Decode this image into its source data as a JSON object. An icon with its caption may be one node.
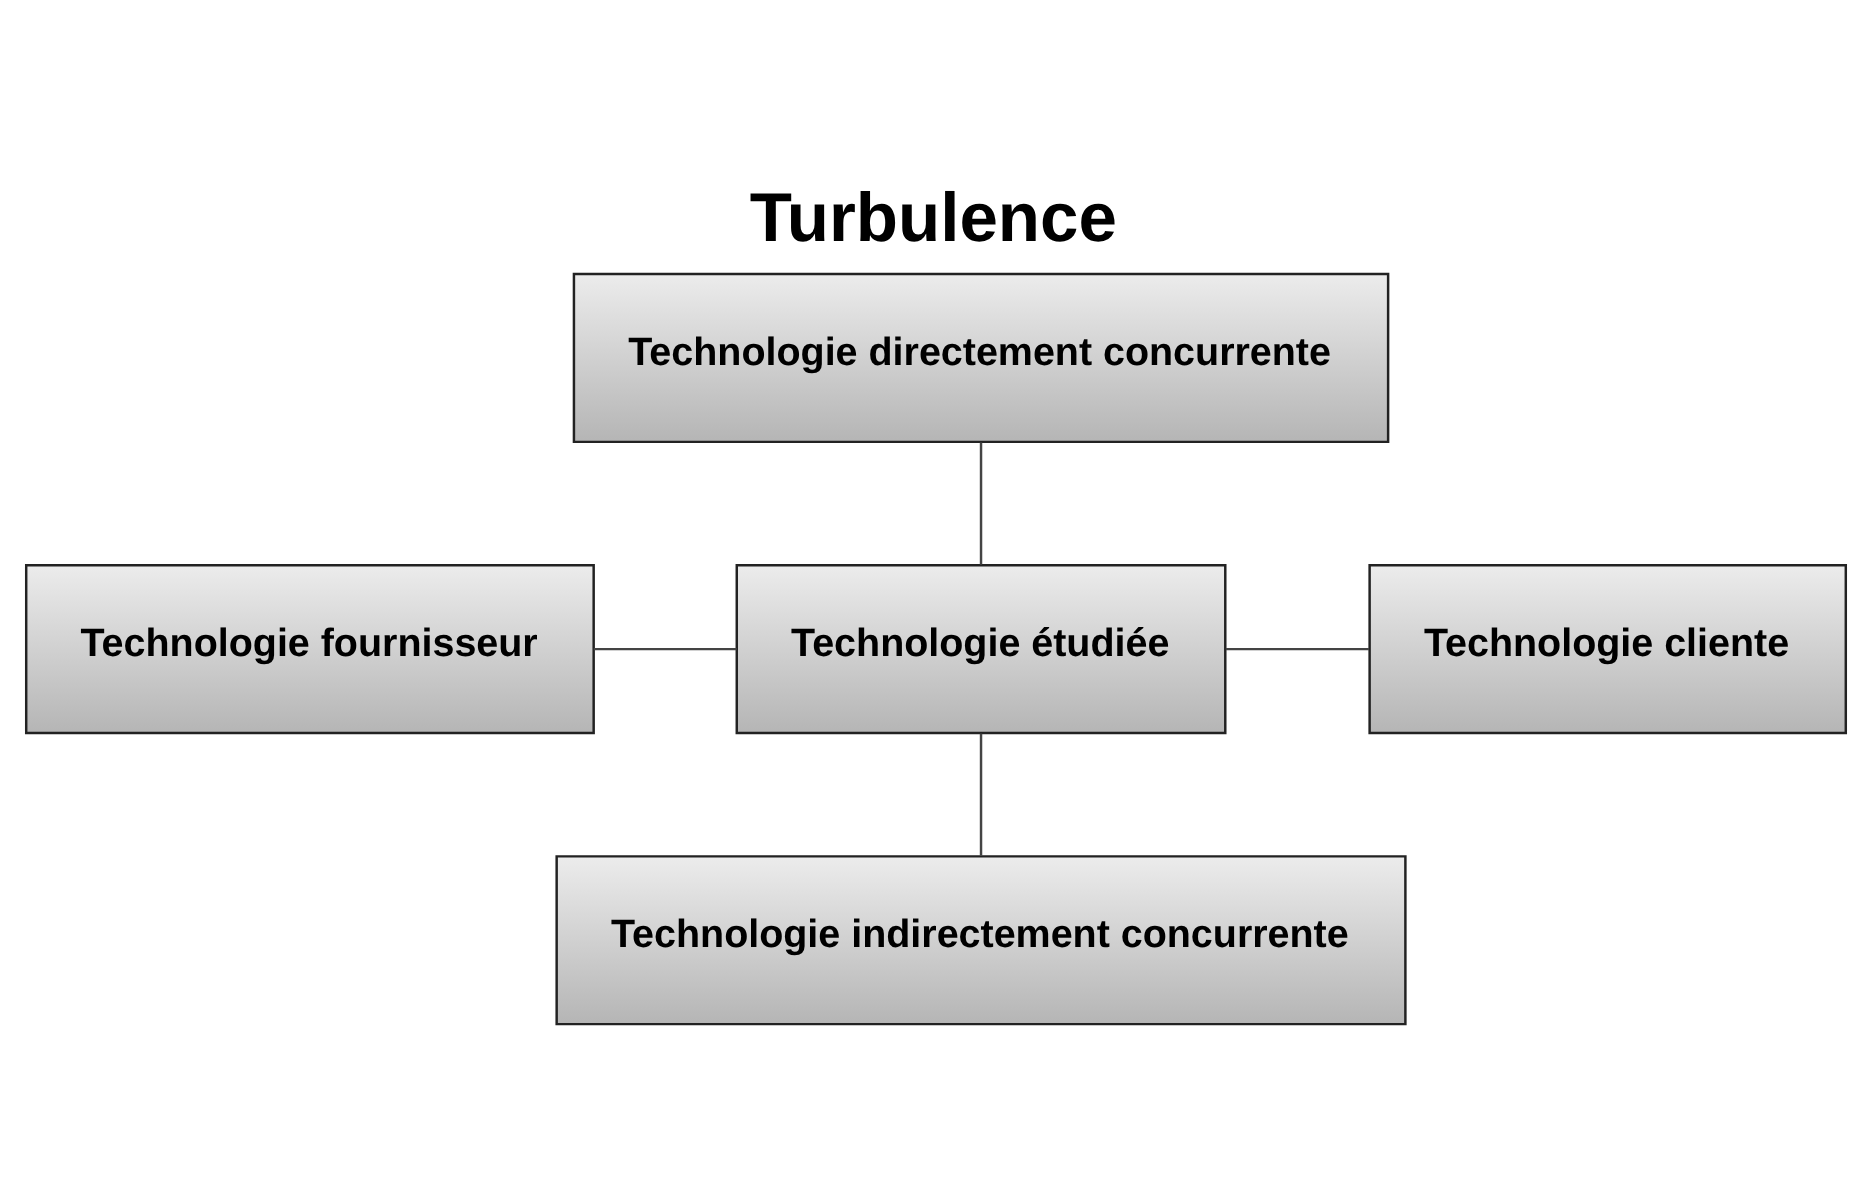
{
  "diagram": {
    "title": "Turbulence",
    "nodes": [
      {
        "text": [
          "Technologie directement concurrente"
        ]
      },
      {
        "text": [
          "Technologie fournisseur"
        ]
      },
      {
        "text": [
          "Technologie étudiée"
        ]
      },
      {
        "text": [
          "Technologie cliente"
        ]
      },
      {
        "text": [
          "Technologie indirectement concurrente"
        ]
      }
    ],
    "edges": [
      {
        "from": 0,
        "to": 2,
        "arrow": "none"
      },
      {
        "from": 1,
        "to": 2,
        "arrow": "none"
      },
      {
        "from": 2,
        "to": 3,
        "arrow": "none"
      },
      {
        "from": 2,
        "to": 4,
        "arrow": "none"
      }
    ]
  }
}
